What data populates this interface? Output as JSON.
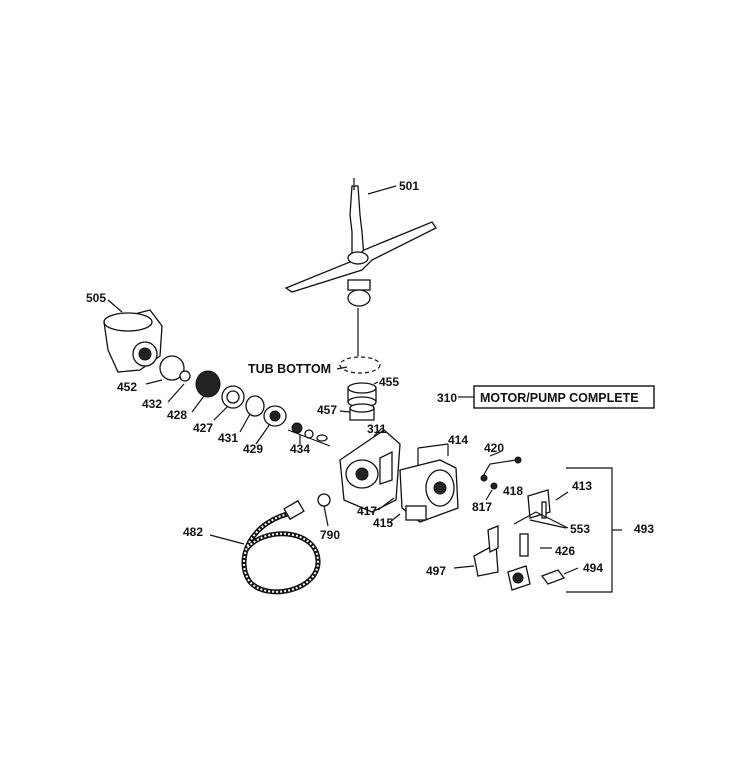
{
  "labels": {
    "p501": "501",
    "p505": "505",
    "p452": "452",
    "p432": "432",
    "p428": "428",
    "p427": "427",
    "p431": "431",
    "p429": "429",
    "p434": "434",
    "p311": "311",
    "p414": "414",
    "p420": "420",
    "p455": "455",
    "p457": "457",
    "p310": "310",
    "motor_pump": "MOTOR/PUMP COMPLETE",
    "tub_bottom": "TUB BOTTOM",
    "p417": "417",
    "p415": "415",
    "p817": "817",
    "p418": "418",
    "p413": "413",
    "p553": "553",
    "p493": "493",
    "p426": "426",
    "p494": "494",
    "p497": "497",
    "p482": "482",
    "p790": "790"
  }
}
